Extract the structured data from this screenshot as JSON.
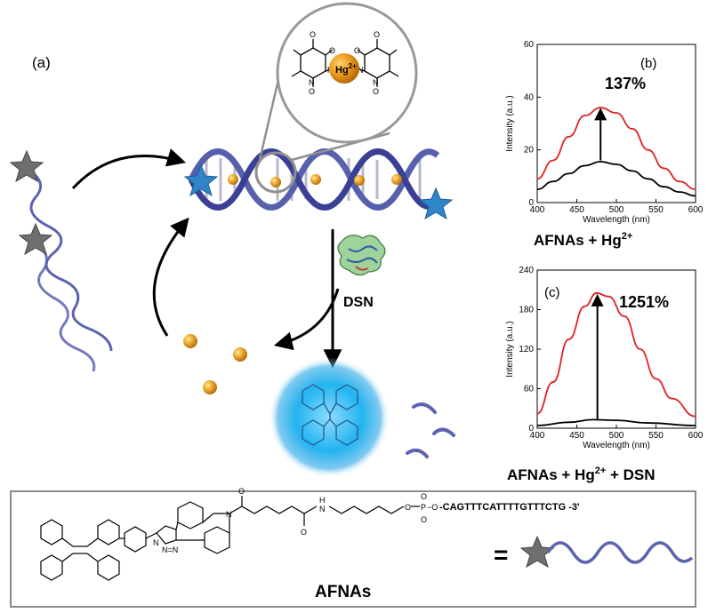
{
  "panel_a": {
    "label": "(a)",
    "enzyme_label": "DSN",
    "inset_ion": "Hg",
    "inset_ion_charge": "2+"
  },
  "panel_b": {
    "label": "(b)",
    "percent": "137%",
    "caption_prefix": "AFNAs + Hg",
    "caption_sup": "2+",
    "caption_suffix": ""
  },
  "panel_c": {
    "label": "(c)",
    "percent": "1251%",
    "caption_prefix": "AFNAs + Hg",
    "caption_sup": "2+",
    "caption_suffix": " + DSN"
  },
  "bottom": {
    "sequence": "-CAGTTTCATTTTGTTTCTG -3'",
    "equals": "=",
    "name": "AFNAs"
  },
  "colors": {
    "red_curve": "#e02020",
    "black_curve": "#000000",
    "strand": "#5c64b0",
    "gold": "#e8a21a",
    "star_blue": "#2e86c8",
    "star_gray": "#707070",
    "glow": "#1ab0ee"
  },
  "chart_data": [
    {
      "type": "line",
      "panel": "(b)",
      "xlabel": "Wavelength (nm)",
      "ylabel": "Intensity (a.u.)",
      "xlim": [
        400,
        600
      ],
      "ylim": [
        0,
        60
      ],
      "xticks": [
        400,
        450,
        500,
        550,
        600
      ],
      "yticks": [
        0,
        20,
        40,
        60
      ],
      "series": [
        {
          "color": "#e02020",
          "x": [
            400,
            420,
            440,
            460,
            480,
            500,
            520,
            540,
            560,
            580,
            600
          ],
          "y": [
            9,
            16,
            25,
            33,
            36,
            34,
            28,
            20,
            13,
            8,
            5
          ]
        },
        {
          "color": "#000000",
          "x": [
            400,
            420,
            440,
            460,
            480,
            500,
            520,
            540,
            560,
            580,
            600
          ],
          "y": [
            5,
            8,
            11,
            14,
            15.5,
            14.5,
            12,
            9,
            6,
            4,
            2.5
          ]
        }
      ]
    },
    {
      "type": "line",
      "panel": "(c)",
      "xlabel": "Wavelength (nm)",
      "ylabel": "Intensity (a.u.)",
      "xlim": [
        400,
        600
      ],
      "ylim": [
        0,
        240
      ],
      "xticks": [
        400,
        450,
        500,
        550,
        600
      ],
      "yticks": [
        0,
        60,
        120,
        180,
        240
      ],
      "series": [
        {
          "color": "#e02020",
          "x": [
            400,
            420,
            440,
            460,
            475,
            490,
            510,
            530,
            550,
            570,
            600
          ],
          "y": [
            22,
            70,
            135,
            185,
            205,
            200,
            170,
            120,
            75,
            45,
            18
          ]
        },
        {
          "color": "#000000",
          "x": [
            400,
            440,
            470,
            500,
            540,
            600
          ],
          "y": [
            4,
            9,
            13,
            12,
            8,
            4
          ]
        }
      ]
    }
  ]
}
